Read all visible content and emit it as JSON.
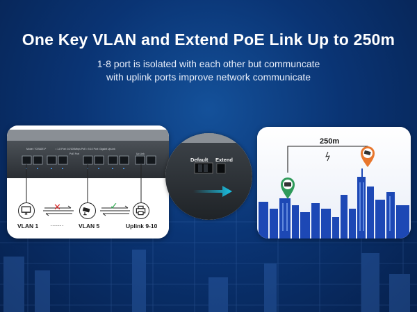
{
  "headline": "One Key VLAN and Extend PoE Link Up to 250m",
  "subline_1": "1-8 port is isolated with each other but communcate",
  "subline_2": "with uplink ports improve network communicate",
  "left_panel": {
    "model_text": "Model: TGS82E-P",
    "port_spec_text": "• 1-8 Port: 10/100Mbps PoE   • 9-10 Port: Gigabit UpLink",
    "poe_port_text": "PoE Port",
    "uplink_text": "Up Link",
    "vlan1_label": "VLAN 1",
    "vlan5_label": "VLAN 5",
    "uplink_label": "Uplink 9-10",
    "dots_label": "·······",
    "blocked_mark": "✕",
    "allowed_mark": "✓"
  },
  "circle": {
    "default_label": "Default",
    "extend_label": "Extend"
  },
  "right_panel": {
    "distance_label": "250m"
  },
  "colors": {
    "background": "#0a3474",
    "blocked": "#d92b2b",
    "allowed": "#2fa84f",
    "pin_orange": "#e8772e",
    "pin_green": "#2f9a5a",
    "arrow_cyan": "#19c3e6"
  },
  "icons": [
    "monitor-icon",
    "camera-icon",
    "printer-icon",
    "cross-icon",
    "check-icon",
    "arrow-right-icon",
    "camera-pin-icon",
    "router-pin-icon",
    "lightning-icon"
  ]
}
